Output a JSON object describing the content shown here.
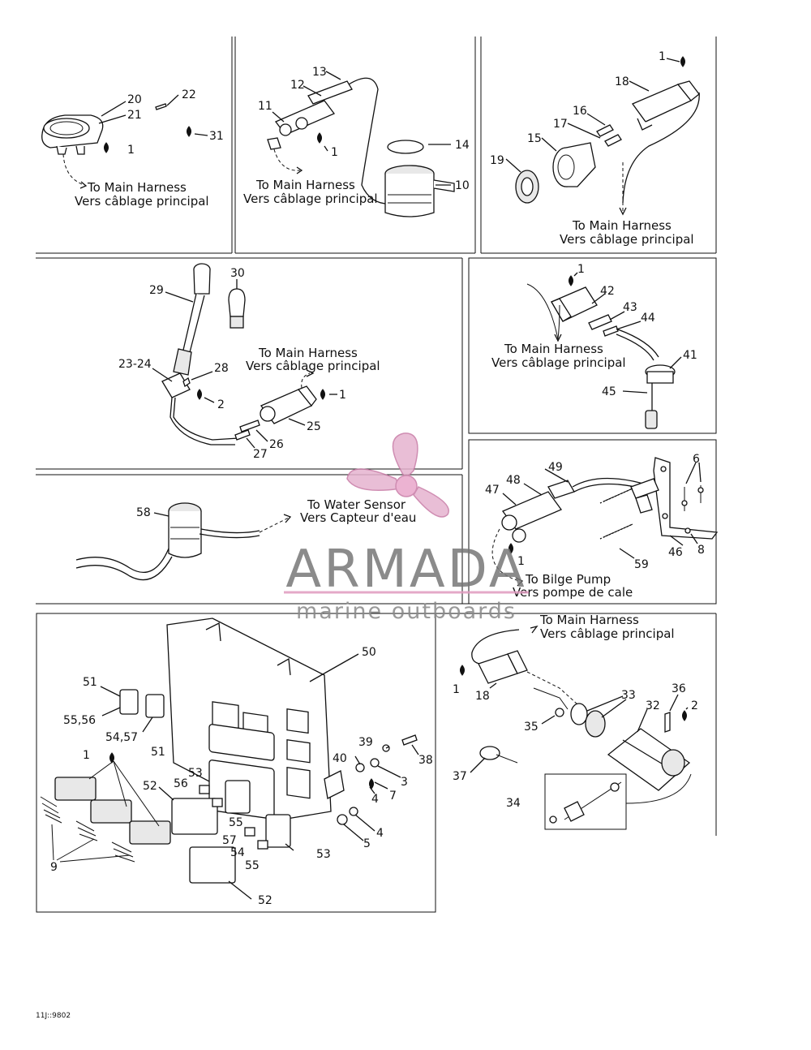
{
  "watermark": {
    "brand": "ARMADA",
    "tagline": "marine outboards"
  },
  "footer_code": "11J::9802",
  "annotations": {
    "main_harness_en": "To Main Harness",
    "main_harness_fr": "Vers câblage principal",
    "water_sensor_en": "To Water Sensor",
    "water_sensor_fr": "Vers Capteur d'eau",
    "bilge_pump_en": "To Bilge Pump",
    "bilge_pump_fr": "Vers pompe de cale"
  },
  "part_numbers": {
    "p20": "20",
    "p21": "21",
    "p22": "22",
    "p31": "31",
    "p1a": "1",
    "p13": "13",
    "p12": "12",
    "p11": "11",
    "p1b": "1",
    "p14": "14",
    "p10": "10",
    "p1c": "1",
    "p18a": "18",
    "p16": "16",
    "p17": "17",
    "p15": "15",
    "p19": "19",
    "p30": "30",
    "p29": "29",
    "p2324": "23-24",
    "p28": "28",
    "p2a": "2",
    "p1d": "1",
    "p25": "25",
    "p26": "26",
    "p27": "27",
    "p1e": "1",
    "p42": "42",
    "p43": "43",
    "p44": "44",
    "p41": "41",
    "p45": "45",
    "p58": "58",
    "p49": "49",
    "p48": "48",
    "p47": "47",
    "p6": "6",
    "p1f": "1",
    "p46": "46",
    "p8": "8",
    "p59": "59",
    "p50": "50",
    "p51a": "51",
    "p5556": "55,56",
    "p5457": "54,57",
    "p51b": "51",
    "p1g": "1",
    "p52a": "52",
    "p56": "56",
    "p53a": "53",
    "p55a": "55",
    "p57": "57",
    "p54": "54",
    "p55b": "55",
    "p53b": "53",
    "p52b": "52",
    "p9": "9",
    "p39": "39",
    "p38": "38",
    "p40": "40",
    "p3": "3",
    "p4a": "4",
    "p7": "7",
    "p4b": "4",
    "p5": "5",
    "p1h": "1",
    "p18b": "18",
    "p33": "33",
    "p36": "36",
    "p2b": "2",
    "p32": "32",
    "p35": "35",
    "p37": "37",
    "p34": "34"
  }
}
